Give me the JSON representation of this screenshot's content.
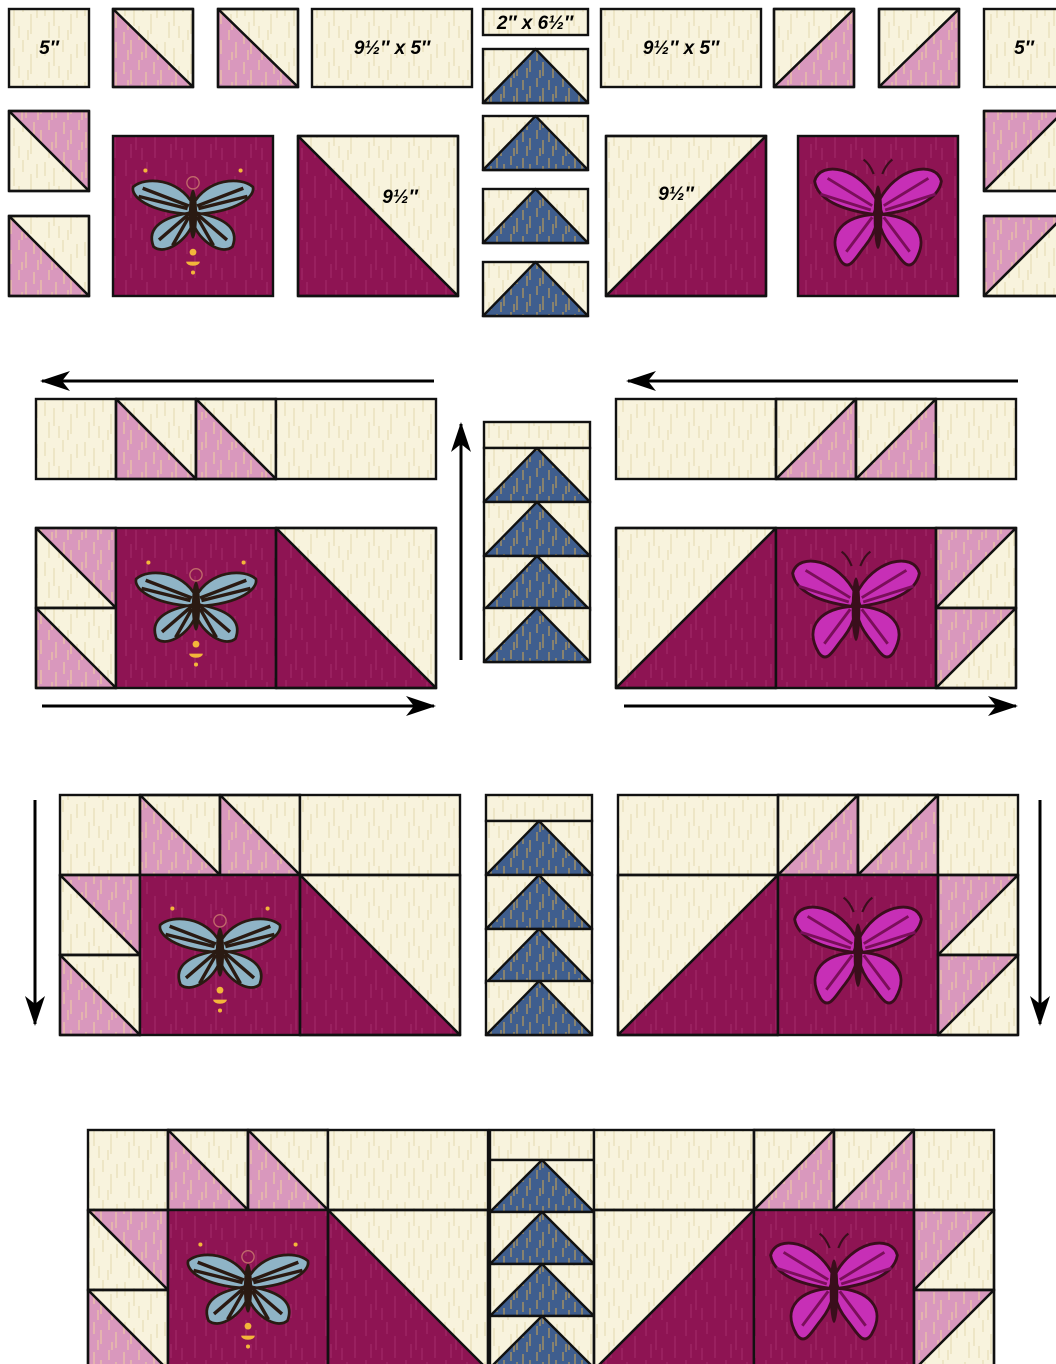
{
  "labels": {
    "corner_square": "5″",
    "rect": "9½″ x 5″",
    "strip": "2″ x 6½″",
    "big_hst": "9½″"
  },
  "colors": {
    "cream": "#f8f3dd",
    "pink": "#d998bd",
    "plum": "#8e1453",
    "plum_dark": "#6e1040",
    "blue": "#3f5e8e",
    "moth_wing": "#8fb4c6",
    "moth_body": "#2a1a12",
    "moth_gold": "#f3b63a",
    "butterfly_magenta": "#c72fb6",
    "outline": "#111111"
  },
  "icons": [
    "moth-icon",
    "butterfly-icon",
    "arrow-left-icon",
    "arrow-right-icon",
    "arrow-up-icon",
    "arrow-down-icon"
  ]
}
